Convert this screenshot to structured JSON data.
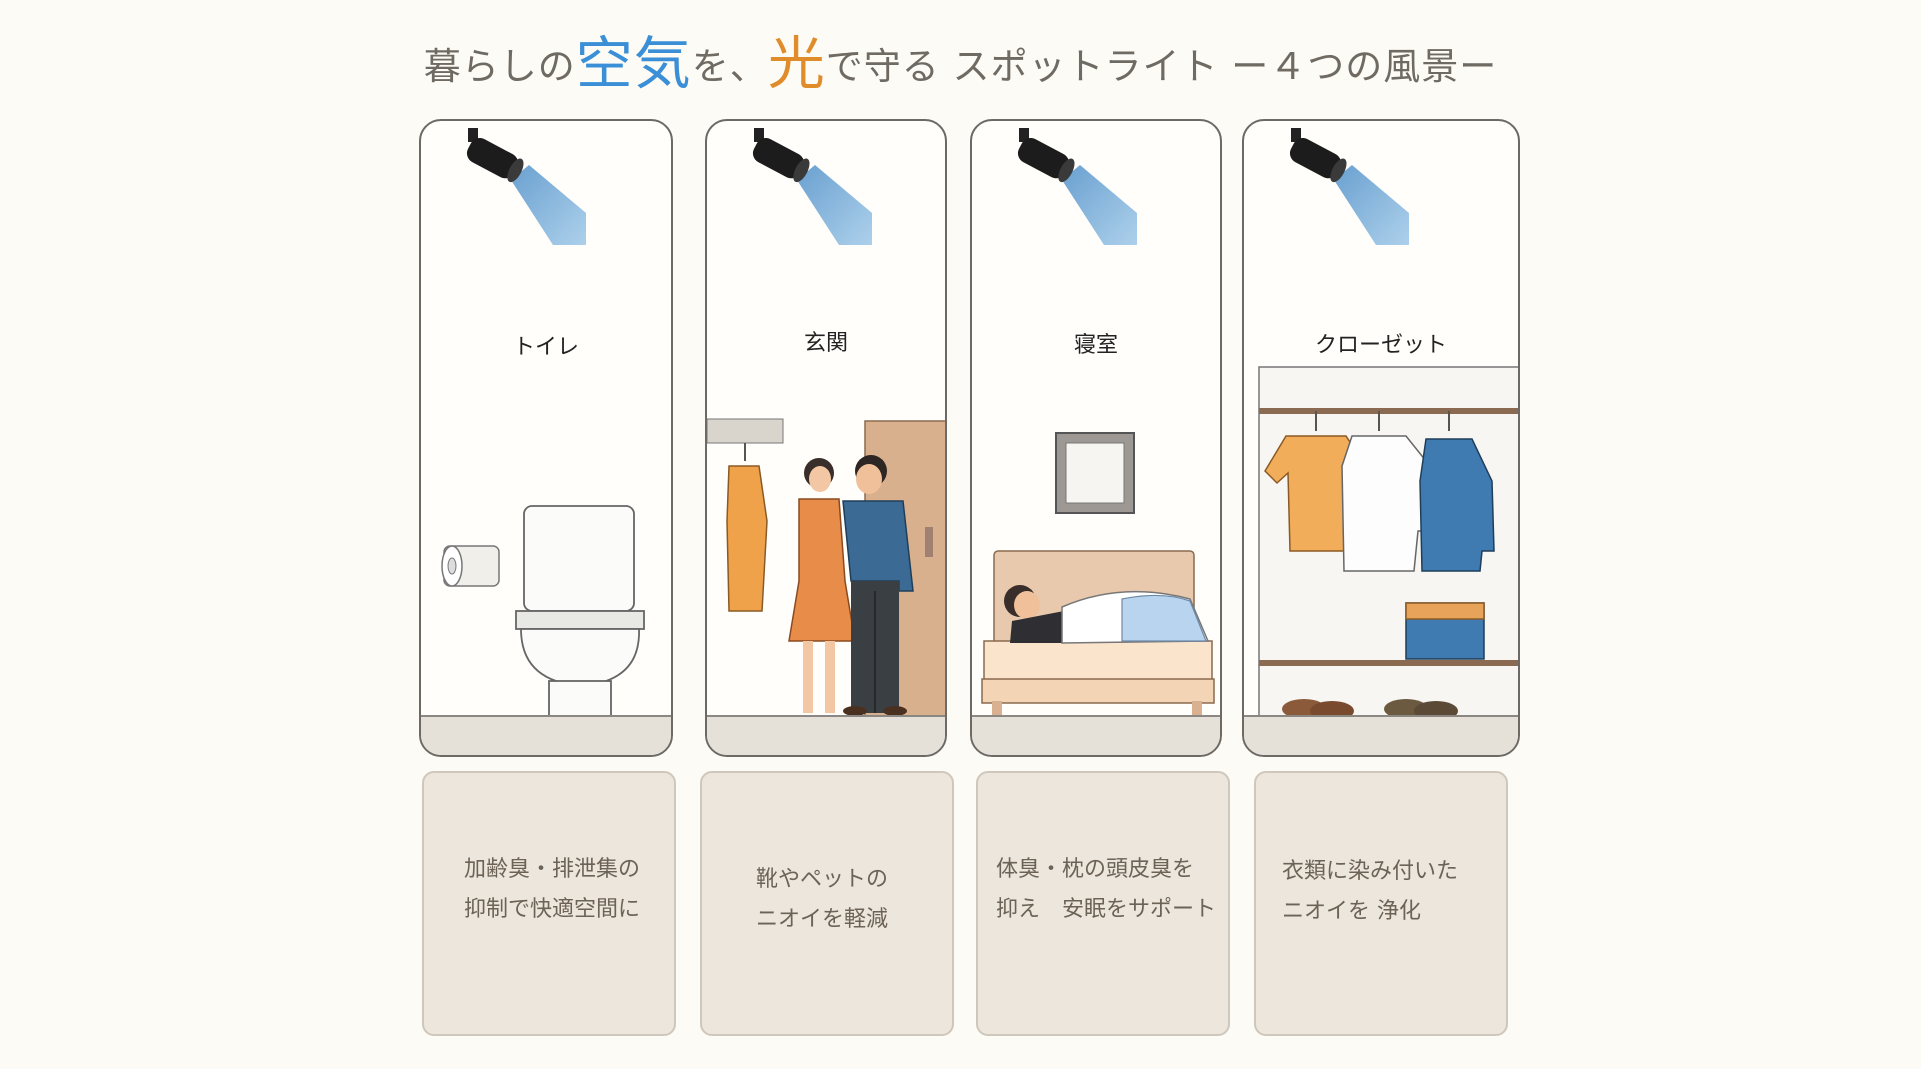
{
  "title": {
    "part1": "暮らしの",
    "air": "空気",
    "part2": "を、",
    "light": "光",
    "part3": "で守る スポットライト ー４つの風景ー"
  },
  "colors": {
    "air_blue": "#3a8fd6",
    "light_orange": "#e08c2b",
    "text_gray": "#6f6a62",
    "caption_bg": "#ece6dc",
    "beam_blue": "#7fb3dc"
  },
  "rooms": [
    {
      "label": "トイレ",
      "scene": "toilet with paper holder",
      "caption": [
        "加齢臭・排泄集の",
        "抑制で快適空間に"
      ]
    },
    {
      "label": "玄関",
      "scene": "couple at entrance with coat hanger and door",
      "caption": [
        "靴やペットの",
        "ニオイを軽減"
      ]
    },
    {
      "label": "寝室",
      "scene": "person sleeping in bed with picture frame",
      "caption": [
        "体臭・枕の頭皮臭を",
        "抑え　安眠をサポート"
      ]
    },
    {
      "label": "クローゼット",
      "scene": "closet with hanging clothes, box and shoes",
      "caption": [
        "衣類に染み付いた",
        "ニオイを 浄化"
      ]
    }
  ],
  "icons": [
    "spotlight-icon"
  ]
}
